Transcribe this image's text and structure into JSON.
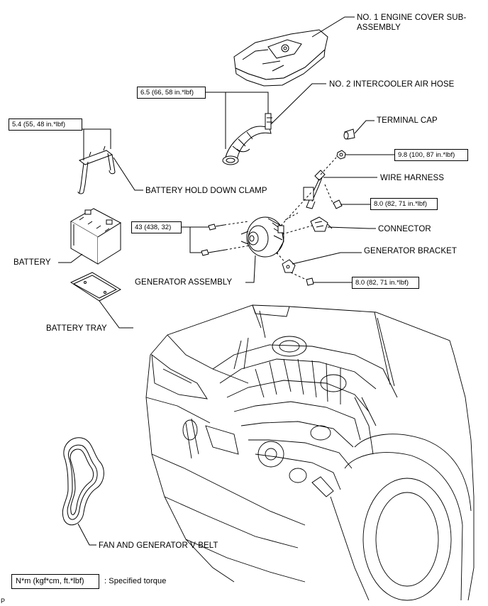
{
  "labels": {
    "engine_cover": "NO. 1 ENGINE COVER SUB-",
    "engine_cover_2": "ASSEMBLY",
    "intercooler_hose": "NO. 2 INTERCOOLER AIR HOSE",
    "terminal_cap": "TERMINAL CAP",
    "wire_harness": "WIRE HARNESS",
    "battery_clamp": "BATTERY HOLD DOWN CLAMP",
    "connector": "CONNECTOR",
    "generator_bracket": "GENERATOR BRACKET",
    "battery": "BATTERY",
    "generator_assembly": "GENERATOR ASSEMBLY",
    "battery_tray": "BATTERY TRAY",
    "v_belt": "FAN AND GENERATOR V BELT"
  },
  "torques": {
    "hose_clamp": "6.5 (66, 58 in.*lbf)",
    "battery_clamp": "5.4 (55, 48 in.*lbf)",
    "terminal_nut": "9.8 (100, 87 in.*lbf)",
    "harness_bolt": "8.0 (82, 71 in.*lbf)",
    "generator_bolts": "43 (438, 32)",
    "bracket_bolt": "8.0 (82, 71 in.*lbf)"
  },
  "legend": {
    "unit": "N*m (kgf*cm, ft.*lbf)",
    "description": ": Specified torque"
  },
  "corner_mark": "P"
}
